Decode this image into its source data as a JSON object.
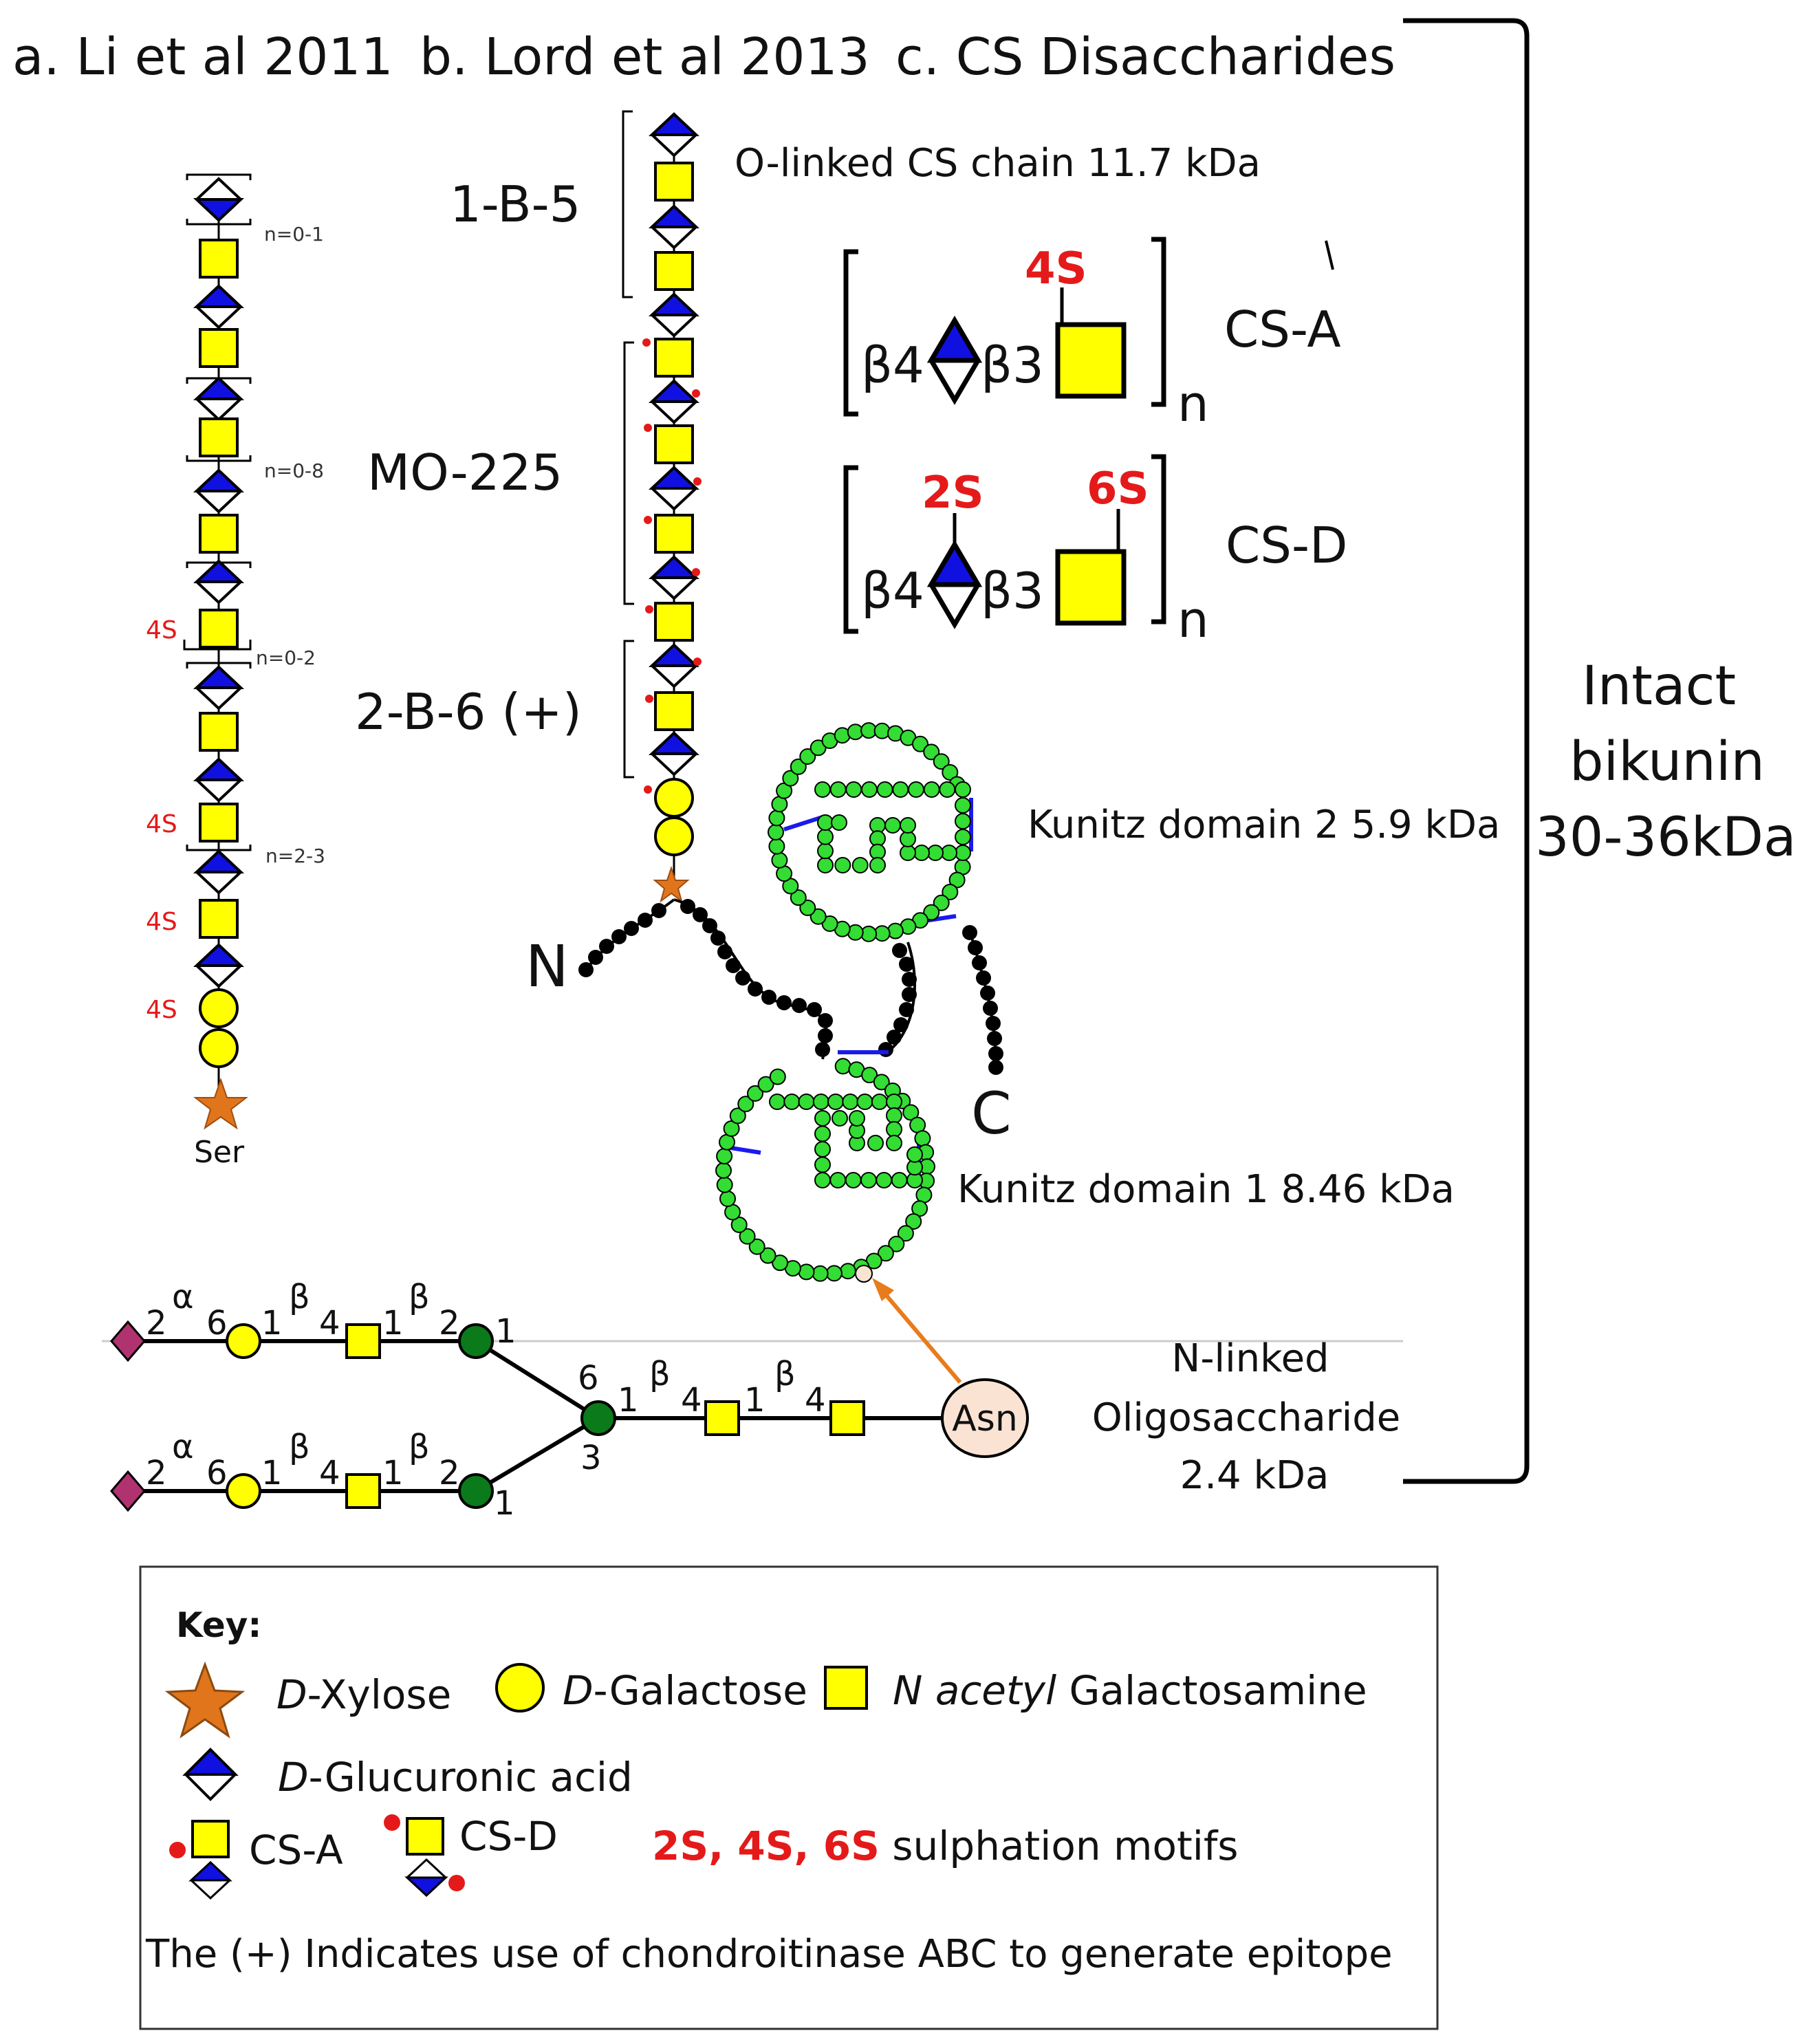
{
  "headers": {
    "a": "a. Li et al 2011",
    "b": "b. Lord et al 2013",
    "c": "c. CS Disaccharides"
  },
  "chain_a": {
    "repeats": [
      "n=0-1",
      "n=0-8",
      "n=0-2",
      "n=2-3"
    ],
    "sulf": [
      "4S",
      "4S",
      "4S",
      "4S"
    ],
    "ser": "Ser"
  },
  "chain_b": {
    "epitopes": [
      "1-B-5",
      "MO-225",
      "2-B-6 (+)"
    ],
    "o_linked": "O-linked CS chain 11.7 kDa"
  },
  "cs": {
    "beta4": "β4",
    "beta3": "β3",
    "n": "n",
    "a_label": "CS-A",
    "a_sulf": "4S",
    "d_label": "CS-D",
    "d_sulf_left": "2S",
    "d_sulf_right": "6S"
  },
  "protein": {
    "n_term": "N",
    "c_term": "C",
    "kunitz2": "Kunitz domain 2 5.9 kDa",
    "kunitz1": "Kunitz domain 1 8.46 kDa"
  },
  "bikunin": [
    "Intact",
    "bikunin",
    "30-36kDa"
  ],
  "nglycan": {
    "label": [
      "N-linked",
      "Oligosaccharide",
      "2.4 kDa"
    ],
    "asn": "Asn",
    "link": {
      "two": "2",
      "alpha": "α",
      "six": "6",
      "one": "1",
      "beta": "β",
      "four": "4",
      "three": "3"
    }
  },
  "key": {
    "title": "Key:",
    "xylose_d": "D",
    "xylose": "-Xylose",
    "galactose_d": "D",
    "galactose": "-Galactose",
    "nacetyl": "N acetyl",
    "galactosamine": " Galactosamine",
    "glucuronic_d": "D",
    "glucuronic": "-Glucuronic acid",
    "csa": "CS-A",
    "csd": "CS-D",
    "motifs_red": "2S, 4S, 6S",
    "motifs": " sulphation motifs",
    "note": "The (+) Indicates use of  chondroitinase ABC to generate epitope"
  },
  "colors": {
    "yellow": "#ffff00",
    "blue": "#1010e0",
    "red": "#e41a1a",
    "star": "#e0751c",
    "green_res": "#33dd33",
    "dark_green": "#0a7a1a",
    "magenta": "#b0326e",
    "asn_fill": "#fbe3d4",
    "arrow": "#e87b1b"
  }
}
